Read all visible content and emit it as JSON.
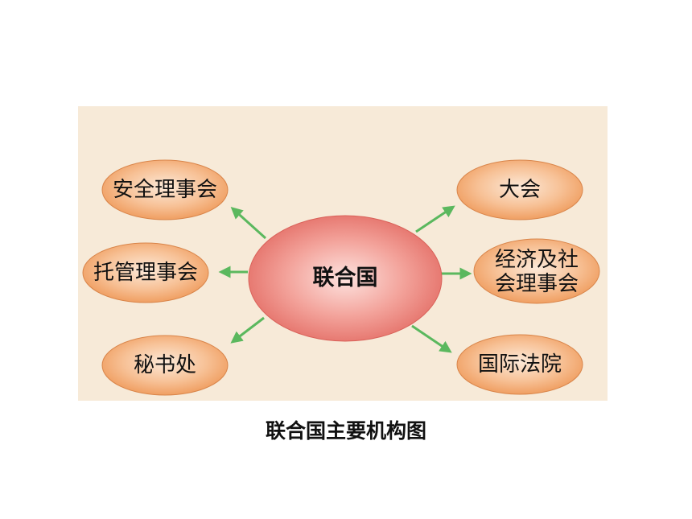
{
  "diagram": {
    "center": {
      "label": "联合国"
    },
    "nodes": [
      {
        "id": "security-council",
        "label": "安全理事会"
      },
      {
        "id": "trusteeship-council",
        "label": "托管理事会"
      },
      {
        "id": "secretariat",
        "label": "秘书处"
      },
      {
        "id": "general-assembly",
        "label": "大会"
      },
      {
        "id": "ecosoc",
        "label": "经济及社\n会理事会"
      },
      {
        "id": "icj",
        "label": "国际法院"
      }
    ],
    "caption": "联合国主要机构图"
  },
  "colors": {
    "panel_background": "#f7ead8",
    "node_fill": "#f2a46a",
    "center_fill": "#e9736b",
    "arrow": "#5bb85e"
  }
}
